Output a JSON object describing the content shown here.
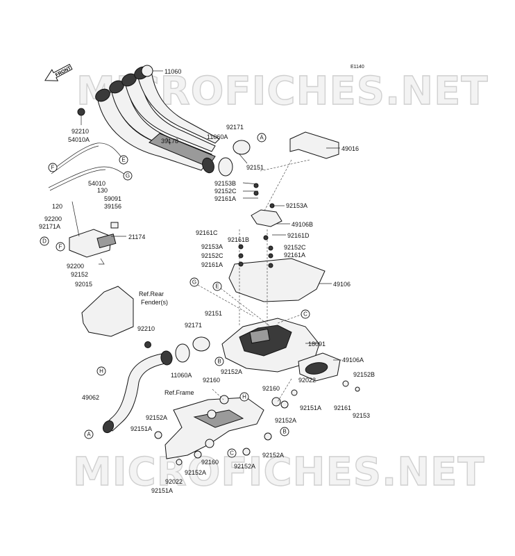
{
  "diagram_code": "E1140",
  "watermark": "MICROFICHES.NET",
  "front_label": "FRONT",
  "ref_rear_fender_line1": "Ref.Rear",
  "ref_rear_fender_line2": "Fender(s)",
  "ref_frame": "Ref.Frame",
  "parts": {
    "p11060": "11060",
    "p92210_top": "92210",
    "p54010A": "54010A",
    "p39178": "39178",
    "p92171_top": "92171",
    "p11060A_top": "11060A",
    "p92151_top": "92151",
    "p49016": "49016",
    "p54010": "54010",
    "p130": "130",
    "p59091": "59091",
    "p39156": "39156",
    "p120": "120",
    "p92200_a": "92200",
    "p92171A": "92171A",
    "p21174": "21174",
    "p92200_b": "92200",
    "p92152": "92152",
    "p92015": "92015",
    "p92153B": "92153B",
    "p92152C_a": "92152C",
    "p92161A_a": "92161A",
    "p92153A_a": "92153A",
    "p49106B": "49106B",
    "p92161C": "92161C",
    "p92161D": "92161D",
    "p92161B": "92161B",
    "p92153A_b": "92153A",
    "p92152C_b": "92152C",
    "p92152C_c": "92152C",
    "p92161A_b": "92161A",
    "p92161A_c": "92161A",
    "p49106": "49106",
    "p92151_mid": "92151",
    "p92171_mid": "92171",
    "p92210_mid": "92210",
    "p18091": "18091",
    "p11060A_mid": "11060A",
    "p49106A": "49106A",
    "p92152A_a": "92152A",
    "p92160_a": "92160",
    "p92022_a": "92022",
    "p92152B": "92152B",
    "p92160_b": "92160",
    "p92151A_a": "92151A",
    "p92161": "92161",
    "p92153": "92153",
    "p49062": "49062",
    "p92152A_b": "92152A",
    "p92152A_c": "92152A",
    "p92151A_b": "92151A",
    "p92152A_d": "92152A",
    "p92160_c": "92160",
    "p92152A_e": "92152A",
    "p92022_b": "92022",
    "p92152A_f": "92152A",
    "p92151A_c": "92151A"
  },
  "callouts": {
    "A": "A",
    "B": "B",
    "C": "C",
    "D": "D",
    "E": "E",
    "F": "F",
    "G": "G",
    "H": "H"
  }
}
